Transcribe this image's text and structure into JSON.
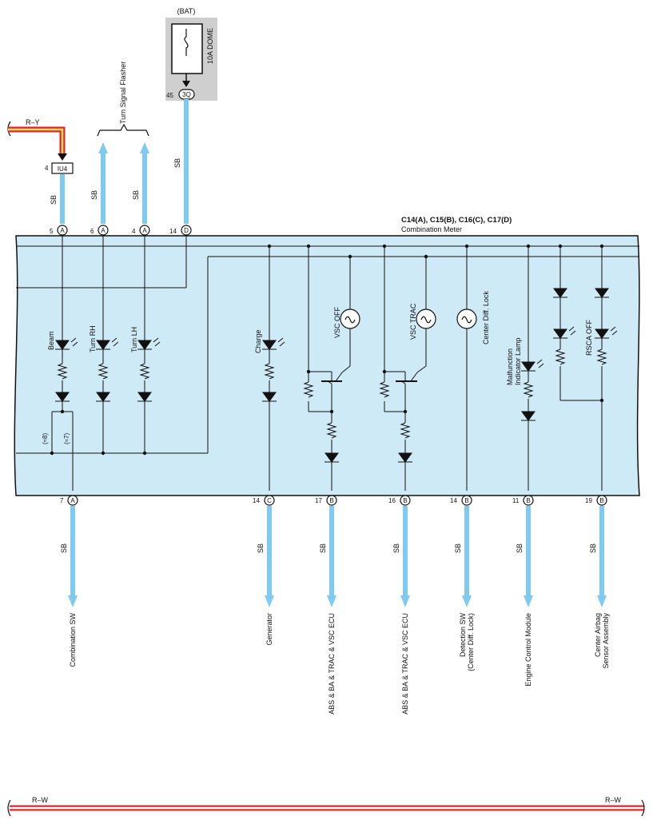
{
  "battery": {
    "label": "(BAT)",
    "fuse": "10A DOME",
    "pin": "45",
    "connector": "3Q"
  },
  "flasher": {
    "label": "Turn Signal Flasher"
  },
  "top_wire": {
    "color": "R–Y",
    "pin": "4",
    "connector": "IU4"
  },
  "meter": {
    "connectors": "C14(A), C15(B), C16(C), C17(D)",
    "name": "Combination Meter"
  },
  "wire_color": "SB",
  "top_pins": [
    {
      "num": "5",
      "letter": "A"
    },
    {
      "num": "6",
      "letter": "A"
    },
    {
      "num": "4",
      "letter": "A"
    },
    {
      "num": "14",
      "letter": "D"
    }
  ],
  "indicators": {
    "beam": "Beam",
    "turn_rh": "Turn RH",
    "turn_lh": "Turn LH",
    "charge": "Charge",
    "vsc_off": "VSC OFF",
    "vsc_trac": "VSC TRAC",
    "center_diff": "Center Diff.  Lock",
    "mil_line1": "Malfunction",
    "mil_line2": "Indicator Lamp",
    "rsca_off": "RSCA OFF",
    "note_8": "(≈8)",
    "note_7": "(≈7)"
  },
  "bottom_pins": [
    {
      "num": "7",
      "letter": "A"
    },
    {
      "num": "14",
      "letter": "C"
    },
    {
      "num": "17",
      "letter": "B"
    },
    {
      "num": "16",
      "letter": "B"
    },
    {
      "num": "14",
      "letter": "B"
    },
    {
      "num": "11",
      "letter": "B"
    },
    {
      "num": "19",
      "letter": "B"
    }
  ],
  "destinations": {
    "combination_sw": "Combination SW",
    "generator": "Generator",
    "abs_ecu_1": "ABS & BA & TRAC & VSC ECU",
    "abs_ecu_2": "ABS & BA & TRAC & VSC ECU",
    "detection_sw_1": "Detection SW",
    "detection_sw_2": "(Center Diff.  Lock)",
    "ecm": "Engine Control Module",
    "airbag_1": "Center Airbag",
    "airbag_2": "Sensor Assembly"
  },
  "bottom_wire": {
    "color_left": "R–W",
    "color_right": "R–W"
  },
  "colors": {
    "meter_fill": "#cfeaf7",
    "wire_sb": "#7fcaf0",
    "wire_red": "#e0262b",
    "wire_yellow": "#f5e15a",
    "bat_box": "#cfcfcf"
  }
}
